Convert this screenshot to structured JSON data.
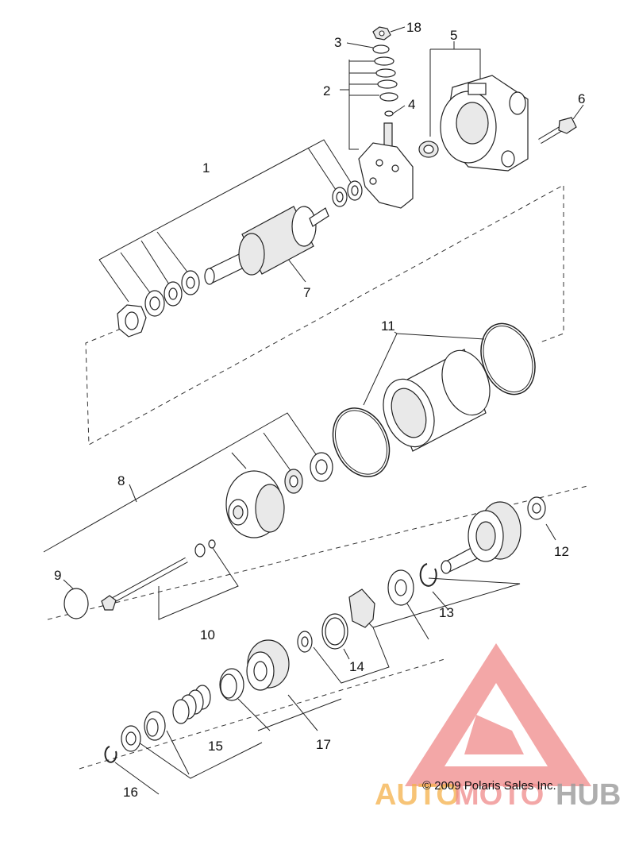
{
  "callouts": {
    "c1": "1",
    "c2": "2",
    "c3": "3",
    "c4": "4",
    "c5": "5",
    "c6": "6",
    "c7": "7",
    "c8": "8",
    "c9": "9",
    "c10": "10",
    "c11": "11",
    "c12": "12",
    "c13": "13",
    "c14": "14",
    "c15": "15",
    "c16": "16",
    "c17": "17",
    "c18": "18"
  },
  "copyright": "© 2009 Polaris Sales Inc.",
  "watermark": {
    "brand_part1": "AUTO",
    "brand_part2": "MOTO",
    "brand_part3": "HUB",
    "colors": {
      "red": "#e94f4f",
      "orange": "#f5b14a",
      "gray": "#9a9a9a"
    }
  }
}
